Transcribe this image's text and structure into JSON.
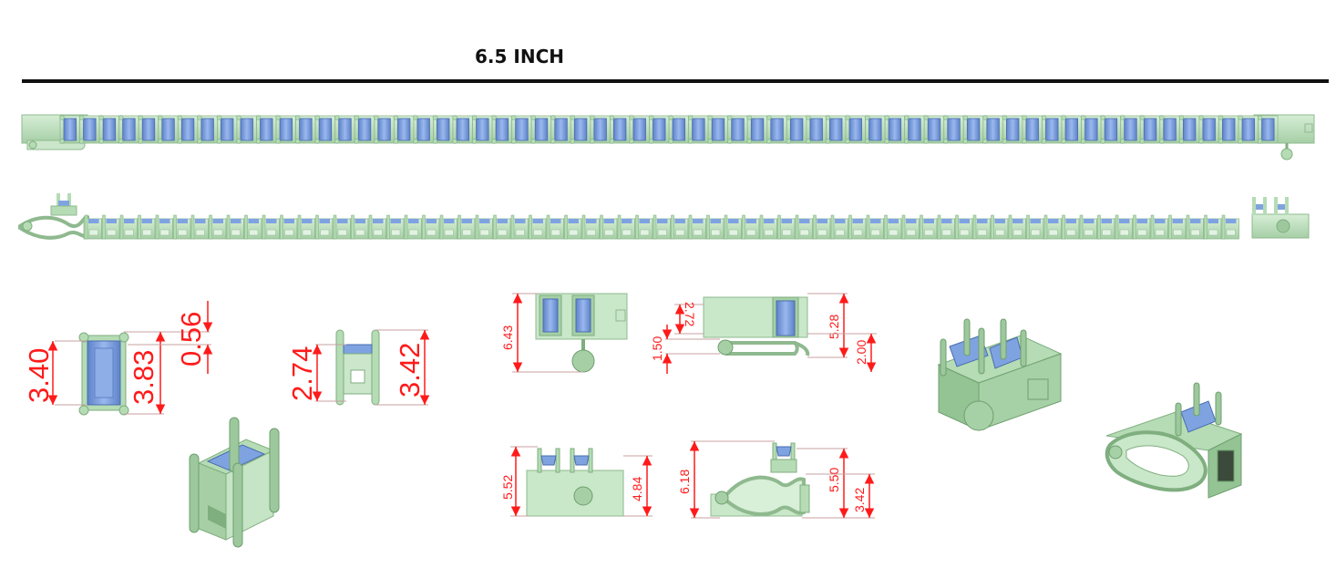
{
  "title": "6.5 INCH",
  "colors": {
    "metal": "#b5dcb5",
    "metal_dark": "#7fae7f",
    "stone": "#7fa3e0",
    "stone_dark": "#4a6db0",
    "dimension": "#ff1a1a",
    "leader": "#c8a0a0"
  },
  "dimensions": {
    "stone_length": "3.40",
    "stone_overall": "3.83",
    "prong_height": "0.56",
    "side_inner": "2.74",
    "side_outer": "3.42",
    "clasp_top_height": "6.43",
    "clasp_side_height_a": "2.72",
    "clasp_side_height_b": "1.50",
    "clasp_side_right_a": "5.28",
    "clasp_side_right_b": "2.00",
    "clasp_front_left": "5.52",
    "clasp_front_right": "4.84",
    "clasp_bottom_left": "6.18",
    "clasp_bottom_right_a": "5.50",
    "clasp_bottom_right_b": "3.42"
  }
}
